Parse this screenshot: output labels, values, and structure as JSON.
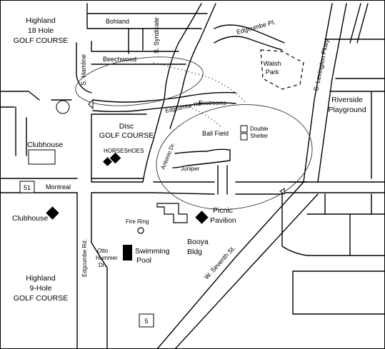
{
  "labels": {
    "golf18_line1": "Highland",
    "golf18_line2": "18 Hole",
    "golf18_line3": "GOLF COURSE",
    "golf9_line1": "Highland",
    "golf9_line2": "9-Hole",
    "golf9_line3": "GOLF COURSE",
    "bohland": "Bohland",
    "beechwood": "Beechwood",
    "syndicate": "S. Syndicate",
    "hamline": "S. Hamline",
    "edgcumbe_pl": "Edgcumbe Pl.",
    "lexington": "S. Lexington Pkwy.",
    "walsh_line1": "Walsh",
    "walsh_line2": "Park",
    "riverside_line1": "Riverside",
    "riverside_line2": "Playground",
    "edgcumbe_rd": "Edgcumbe Rd.",
    "restrooms": "Restrooms",
    "disc_line1": "Disc",
    "disc_line2": "GOLF COURSE",
    "ball_field": "Ball Field",
    "double_line1": "Double",
    "double_line2": "Shelter",
    "clubhouse_top": "Clubhouse",
    "horseshoes": "HORSESHOES",
    "antonio": "Antonio Dr.",
    "juniper": "Juniper",
    "route51": "51",
    "montreal": "Montreal",
    "clubhouse_bottom": "Clubhouse",
    "fire_ring": "Fire Ring",
    "picnic_line1": "Picnic",
    "picnic_line2": "Pavilion",
    "booya_line1": "Booya",
    "booya_line2": "Bldg",
    "edgcumbe_rd_vertical": "Edgcumbe Rd.",
    "otto_line1": "Otto",
    "otto_line2": "Hummer",
    "otto_line3": "Dr.",
    "swim_line1": "Swimming",
    "swim_line2": "Pool",
    "seventh": "W. Seventh St.",
    "route5": "5"
  },
  "icons": {
    "horseshoes": "diamond-pair",
    "clubhouse_bottom": "diamond",
    "picnic_pavilion": "diamond",
    "swimming_pool": "filled-rectangle",
    "fire_ring": "circle"
  },
  "colors": {
    "ink": "#000000",
    "background": "#ffffff"
  }
}
